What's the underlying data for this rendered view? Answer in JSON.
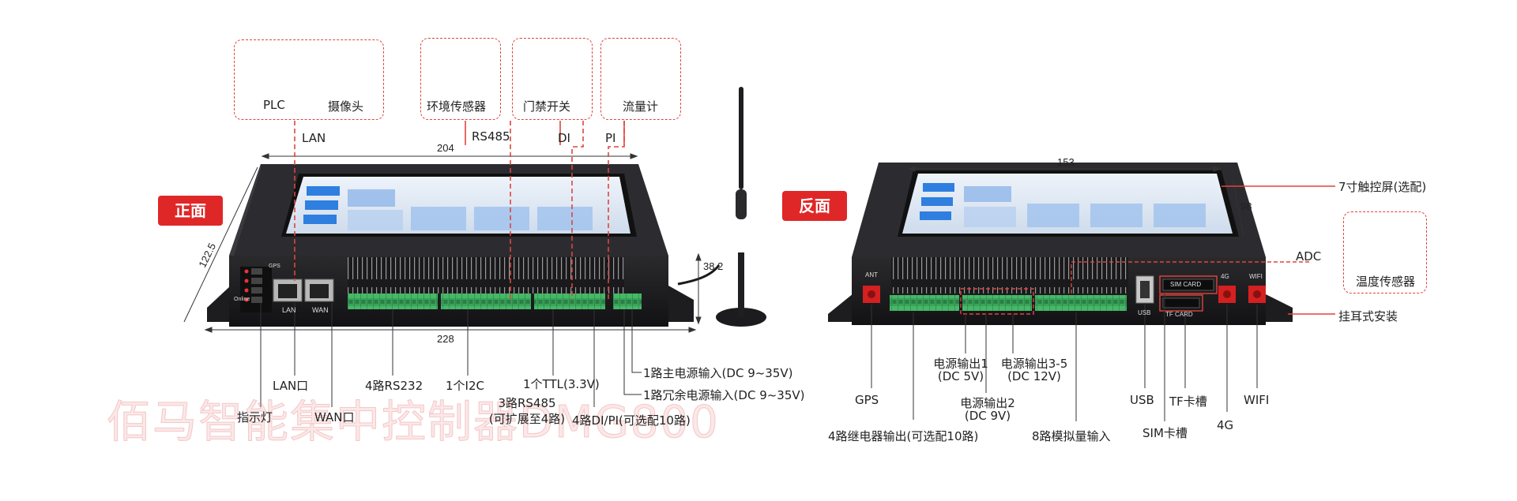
{
  "tags": {
    "front": "正面",
    "back": "反面"
  },
  "front": {
    "devices": {
      "plc": "PLC",
      "camera": "摄像头",
      "env_sensor": "环境传感器",
      "door_switch": "门禁开关",
      "flowmeter": "流量计"
    },
    "interfaces": {
      "lan": "LAN",
      "rs485": "RS485",
      "di": "DI",
      "pi": "PI"
    },
    "dims": {
      "width_top": "204",
      "width_bottom": "228",
      "depth": "122.5",
      "height": "38.2"
    },
    "ports": {
      "lan": "LAN",
      "wan": "WAN",
      "gps": "GPS",
      "online": "Online"
    },
    "callouts": {
      "indicator": "指示灯",
      "lan_port": "LAN口",
      "wan_port": "WAN口",
      "rs232": "4路RS232",
      "i2c": "1个I2C",
      "rs485_a": "3路RS485",
      "rs485_b": "(可扩展至4路)",
      "ttl": "1个TTL(3.3V)",
      "dipi": "4路DI/PI(可选配10路)",
      "main_power": "1路主电源输入(DC 9~35V)",
      "backup_power": "1路冗余电源输入(DC 9~35V)"
    }
  },
  "back": {
    "dims": {
      "width": "153",
      "height": "98"
    },
    "ports": {
      "ant": "ANT",
      "sim": "SIM CARD",
      "tf": "TF CARD",
      "g4": "4G",
      "wifi": "WIFI",
      "usb": "USB"
    },
    "callouts": {
      "touch": "7寸触控屏(选配)",
      "adc": "ADC",
      "temp_sensor": "温度传感器",
      "ear_mount": "挂耳式安装",
      "gps": "GPS",
      "relay": "4路继电器输出(可选配10路)",
      "p1_a": "电源输出1",
      "p1_b": "(DC 5V)",
      "p2_a": "电源输出2",
      "p2_b": "(DC 9V)",
      "p35_a": "电源输出3-5",
      "p35_b": "(DC 12V)",
      "analog": "8路模拟量输入",
      "usb": "USB",
      "sim": "SIM卡槽",
      "tf": "TF卡槽",
      "g4": "4G",
      "wifi": "WIFI"
    }
  },
  "watermark": "佰马智能集中控制器DMG800",
  "colors": {
    "accent_red": "#e02727",
    "dash_red": "#e0443e",
    "terminal_green": "#3aa35a",
    "device_dark": "#1c1c1e"
  }
}
